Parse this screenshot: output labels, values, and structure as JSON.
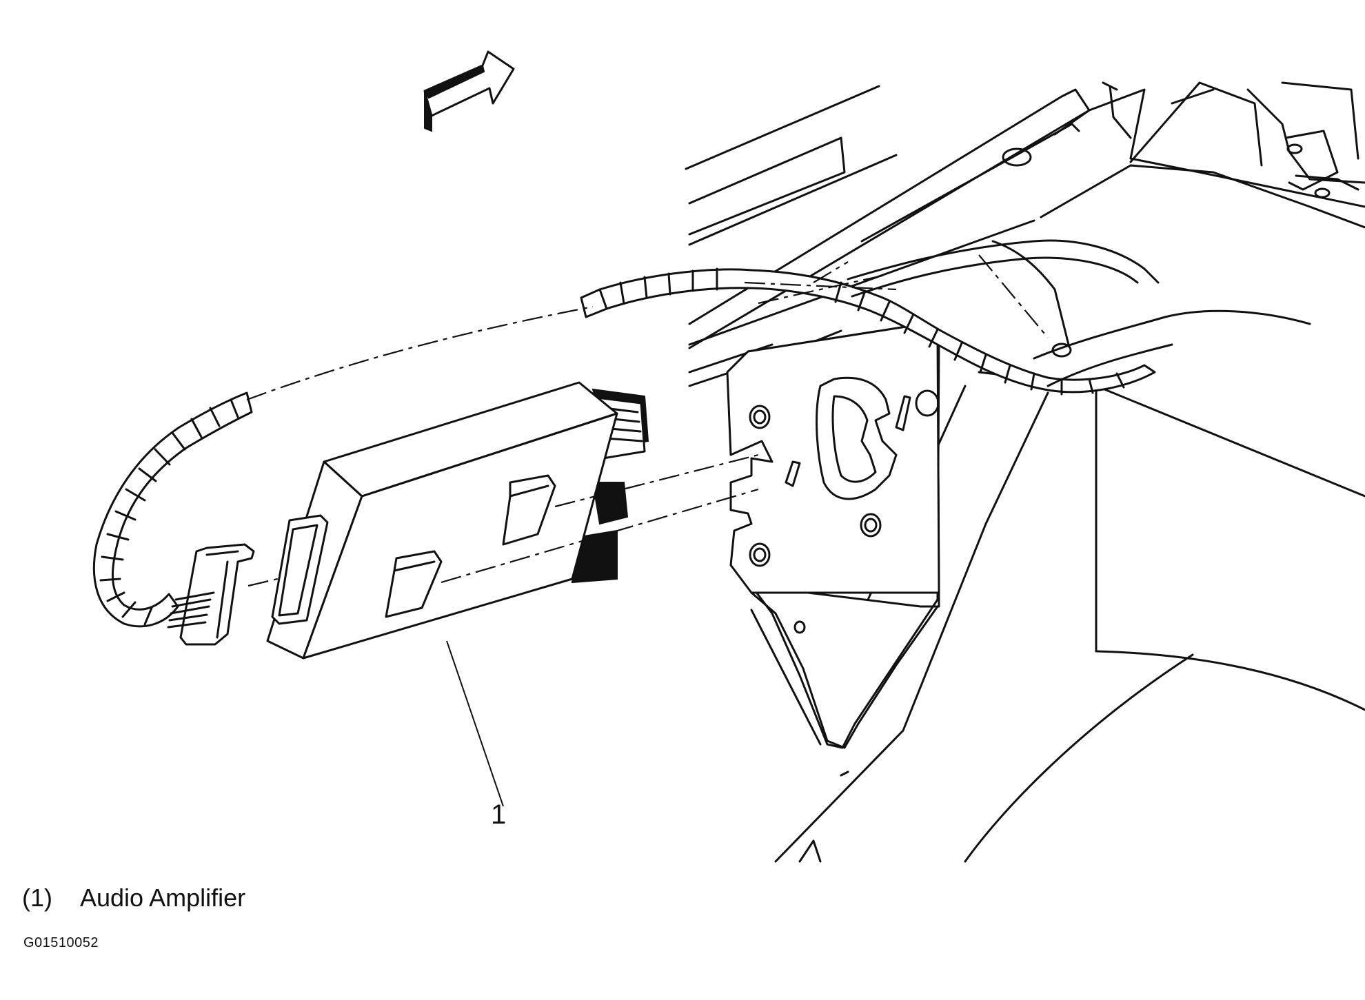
{
  "diagram": {
    "callout_number": "1",
    "legend": [
      {
        "number": "(1)",
        "label": "Audio Amplifier"
      }
    ],
    "figure_id": "G01510052",
    "icons": [
      "direction-arrow-icon"
    ]
  }
}
